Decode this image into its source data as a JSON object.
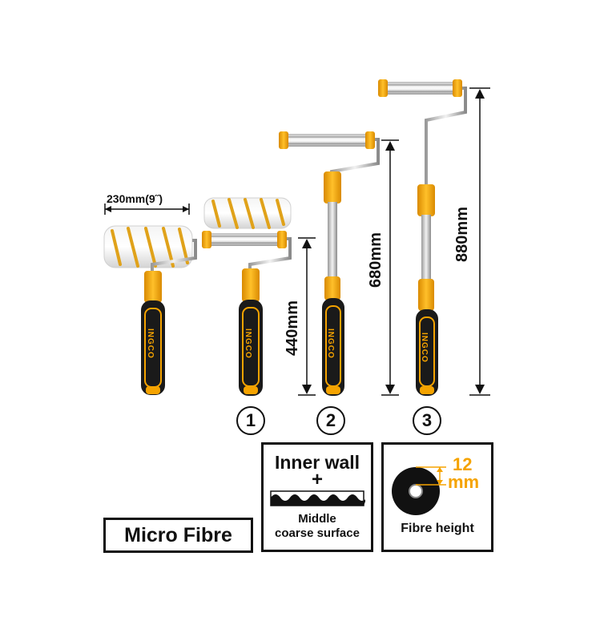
{
  "dimensions": {
    "width_label": "230mm(9˝)",
    "height_1": "440mm",
    "height_2": "680mm",
    "height_3": "880mm"
  },
  "brand": "INGCO",
  "numbers": [
    "1",
    "2",
    "3"
  ],
  "material_box": {
    "text": "Micro Fibre"
  },
  "surface_box": {
    "title": "Inner wall",
    "plus": "+",
    "caption_line1": "Middle",
    "caption_line2": "coarse surface"
  },
  "fibre_box": {
    "value": "12",
    "unit": "mm",
    "caption": "Fibre height"
  },
  "colors": {
    "accent": "#f5a300",
    "handle": "#1a1a1a",
    "roller_stripe": "#e0a21a",
    "metal": "#c7c7c7"
  }
}
